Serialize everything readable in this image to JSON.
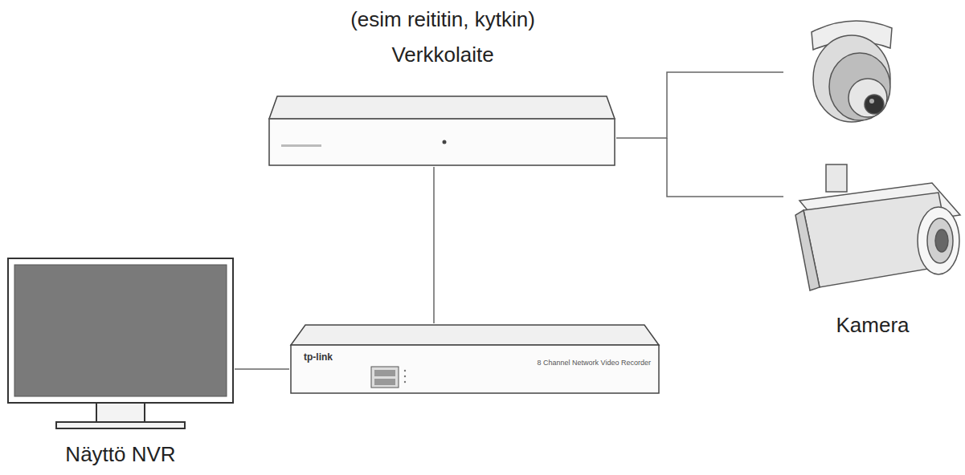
{
  "diagram": {
    "nodes": [
      {
        "text": [
          "(esim reititin, kytkin)",
          "Verkkolaite"
        ]
      },
      {
        "text": [
          "Kamera"
        ]
      },
      {
        "text": [
          "Näyttö NVR"
        ]
      },
      {
        "text": [
          "tp-link",
          "8 Channel Network Video Recorder"
        ]
      }
    ],
    "edges": [
      {
        "from": 0,
        "to": 1,
        "arrow": "none"
      },
      {
        "from": 0,
        "to": 3,
        "arrow": "none"
      },
      {
        "from": 3,
        "to": 2,
        "arrow": "none"
      }
    ]
  }
}
